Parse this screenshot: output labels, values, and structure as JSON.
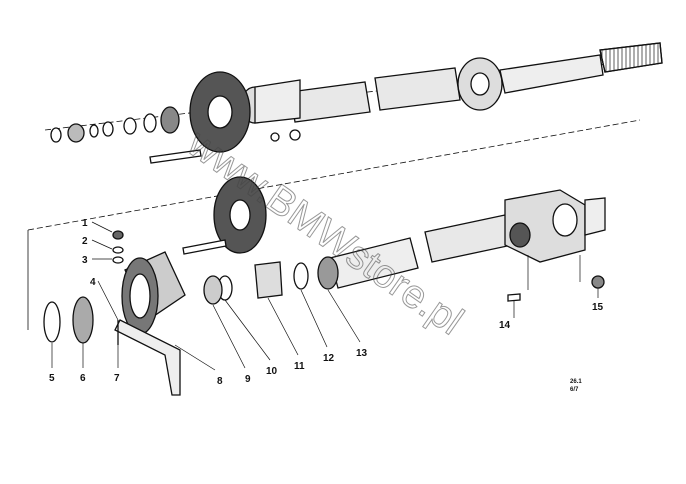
{
  "diagram": {
    "labels": [
      "1",
      "2",
      "3",
      "4",
      "5",
      "6",
      "7",
      "8",
      "9",
      "10",
      "11",
      "12",
      "13",
      "14",
      "15"
    ],
    "reference": [
      "26.1",
      "6/7"
    ],
    "watermark": "www.BMWstore.pl"
  }
}
